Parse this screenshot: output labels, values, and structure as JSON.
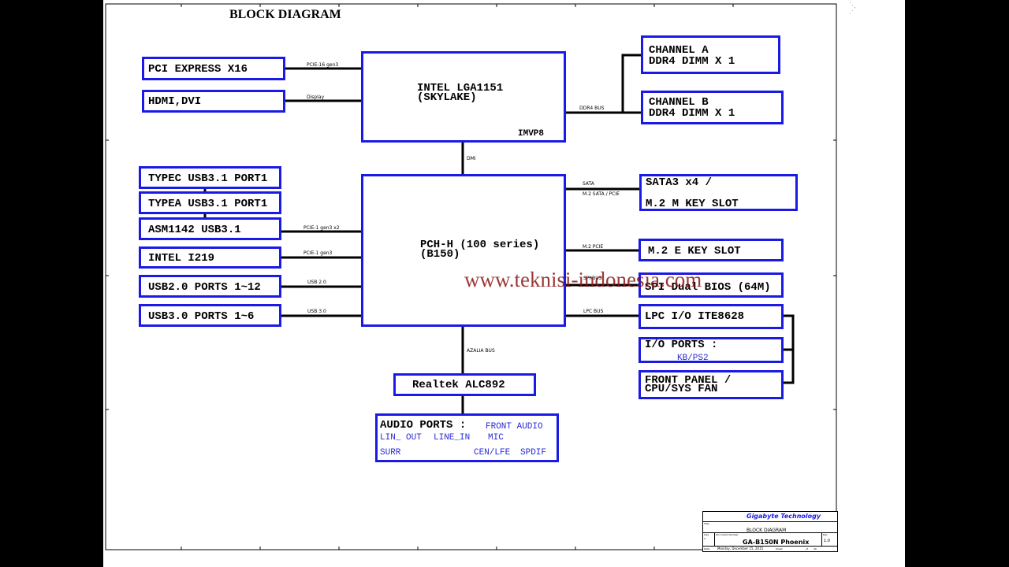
{
  "title": "BLOCK DIAGRAM",
  "watermark": "www.teknisi-indonesia.com",
  "cpu": {
    "line1": "INTEL LGA1151",
    "line2": "(SKYLAKE)",
    "sub": "IMVP8"
  },
  "pch": {
    "line1": "PCH-H (100 series)",
    "line2": "(B150)"
  },
  "memory": [
    {
      "line1": "CHANNEL A",
      "line2": "DDR4  DIMM X 1"
    },
    {
      "line1": "CHANNEL B",
      "line2": "DDR4 DIMM X 1"
    }
  ],
  "cpu_left": [
    "PCI EXPRESS X16",
    "HDMI,DVI"
  ],
  "pch_left": [
    "TYPEC USB3.1 PORT1",
    "TYPEA USB3.1 PORT1",
    "ASM1142 USB3.1",
    "INTEL I219",
    "USB2.0 PORTS 1~12",
    "USB3.0 PORTS 1~6"
  ],
  "right_boxes": {
    "sata1": "SATA3 x4 /",
    "sata2": "M.2 M KEY SLOT",
    "m2e": "M.2 E KEY SLOT",
    "spi": "SPI Dual BIOS (64M)",
    "lpc": "LPC I/O ITE8628",
    "io1": "I/O PORTS :",
    "io2": "KB/PS2",
    "fp1": "FRONT PANEL /",
    "fp2": "CPU/SYS FAN"
  },
  "audio_codec": "Realtek ALC892",
  "audio_ports": {
    "header": "AUDIO PORTS :",
    "front": "FRONT AUDIO",
    "row1": [
      "LIN_ OUT",
      "LINE_IN",
      "MIC"
    ],
    "row2": [
      "SURR",
      "CEN/LFE",
      "SPDIF"
    ]
  },
  "signals": {
    "pcie16": "PCIE-16 gen3",
    "display": "Display",
    "ddr4": "DDR4 BUS",
    "dmi": "DMI",
    "sata": "SATA",
    "m2sata": "M.2 SATA / PCIE",
    "pcie1x2": "PCIE-1 gen3 x2",
    "pcie1": "PCIE-1 gen3",
    "usb20": "USB 2.0",
    "usb30": "USB 3.0",
    "m2pcie": "M.2 PCIE",
    "spibus": "SPI BUS",
    "lpcbus": "LPC BUS",
    "azalia": "AZALIA BUS"
  },
  "titleblock": {
    "company": "Gigabyte Technology",
    "title": "BLOCK DIAGRAM",
    "doc_number": "GA-B150N Phoenix",
    "rev": "1.0",
    "date": "Monday, December 15, 2015",
    "lbl_title": "Title",
    "lbl_size": "Size",
    "lbl_size_val": "C",
    "lbl_docno": "Document Number",
    "lbl_rev": "Rev",
    "lbl_date": "Date:",
    "lbl_sheet": "Sheet",
    "lbl_of": "of",
    "sheet_of": "49"
  },
  "colors": {
    "box_border": "#1a1ae6",
    "line": "#000000",
    "watermark": "#8a1515",
    "background": "#000000"
  }
}
